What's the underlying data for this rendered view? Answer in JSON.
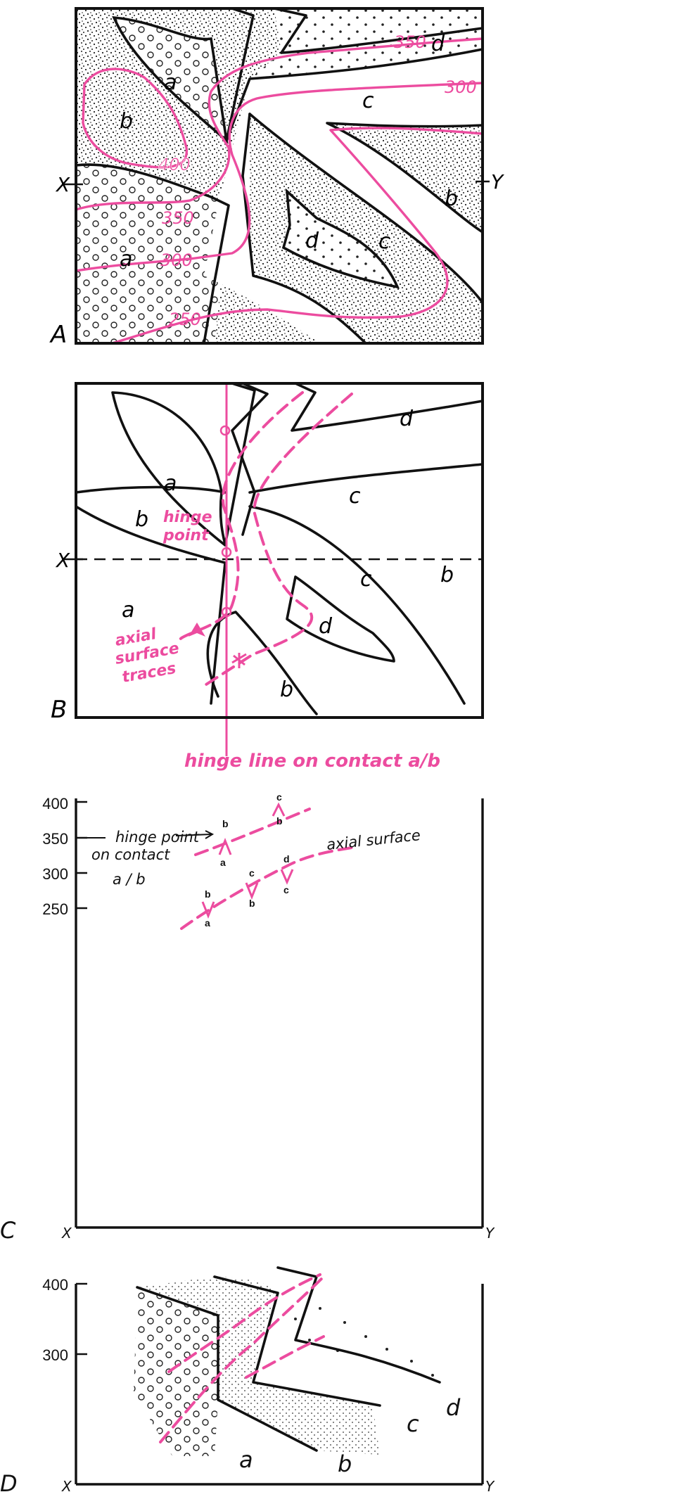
{
  "colors": {
    "ink": "#111111",
    "accent": "#ec4c9f",
    "background": "#ffffff"
  },
  "panelA": {
    "panel_label": "A",
    "x_label": "X",
    "y_label": "Y",
    "unit_labels": [
      "a",
      "b",
      "c",
      "d",
      "b",
      "c",
      "d",
      "a"
    ],
    "contours": [
      "400",
      "350",
      "300",
      "250",
      "350",
      "300"
    ]
  },
  "panelB": {
    "panel_label": "B",
    "x_label": "X",
    "unit_labels": [
      "a",
      "b",
      "c",
      "d",
      "b",
      "c",
      "d",
      "a",
      "b"
    ],
    "hinge_point_line1": "hinge",
    "hinge_point_line2": "point",
    "axial_line1": "axial",
    "axial_line2": "surface",
    "axial_line3": "traces",
    "hinge_line_caption": "hinge line on contact a/b"
  },
  "panelC": {
    "panel_label": "C",
    "x_label": "X",
    "y_label": "Y",
    "y_ticks": [
      "400",
      "350",
      "300",
      "250"
    ],
    "hinge_label_line1": "hinge point",
    "hinge_label_line2": "on contact",
    "hinge_label_line3": "a / b",
    "axial_surface_label": "axial surface",
    "small_letters": [
      "b",
      "a",
      "c",
      "b",
      "d",
      "c",
      "c",
      "b",
      "b",
      "a"
    ]
  },
  "panelD": {
    "panel_label": "D",
    "x_label": "X",
    "y_label": "Y",
    "y_ticks": [
      "400",
      "300"
    ],
    "unit_labels": [
      "a",
      "b",
      "c",
      "d"
    ]
  }
}
